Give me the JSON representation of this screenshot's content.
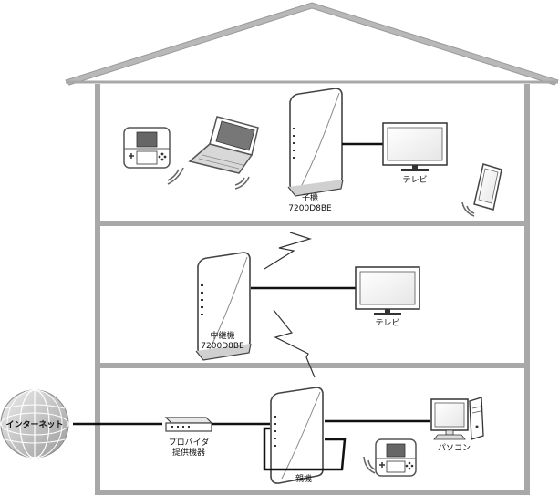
{
  "floors": {
    "top": {
      "router": {
        "label": "子機",
        "model": "7200D8BE"
      },
      "tv": {
        "label": "テレビ"
      }
    },
    "middle": {
      "router": {
        "label": "中継機",
        "model": "7200D8BE"
      },
      "tv": {
        "label": "テレビ"
      }
    },
    "bottom": {
      "router": {
        "label": "親機"
      },
      "provider": {
        "label_line1": "プロバイダ",
        "label_line2": "提供機器"
      },
      "pc": {
        "label": "パソコン"
      }
    }
  },
  "internet": {
    "label": "インターネット"
  }
}
